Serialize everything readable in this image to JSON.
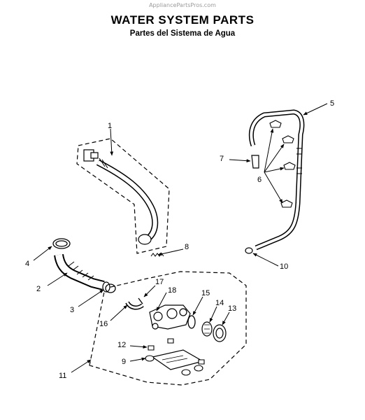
{
  "watermark": "AppliancePartsPros.com",
  "title": "WATER SYSTEM PARTS",
  "subtitle": "Partes del Sistema de Agua",
  "callouts": {
    "c1": "1",
    "c2": "2",
    "c3": "3",
    "c4": "4",
    "c5": "5",
    "c6": "6",
    "c7": "7",
    "c8": "8",
    "c9": "9",
    "c10": "10",
    "c11": "11",
    "c12": "12",
    "c13": "13",
    "c14": "14",
    "c15": "15",
    "c16": "16",
    "c17": "17",
    "c18": "18"
  }
}
